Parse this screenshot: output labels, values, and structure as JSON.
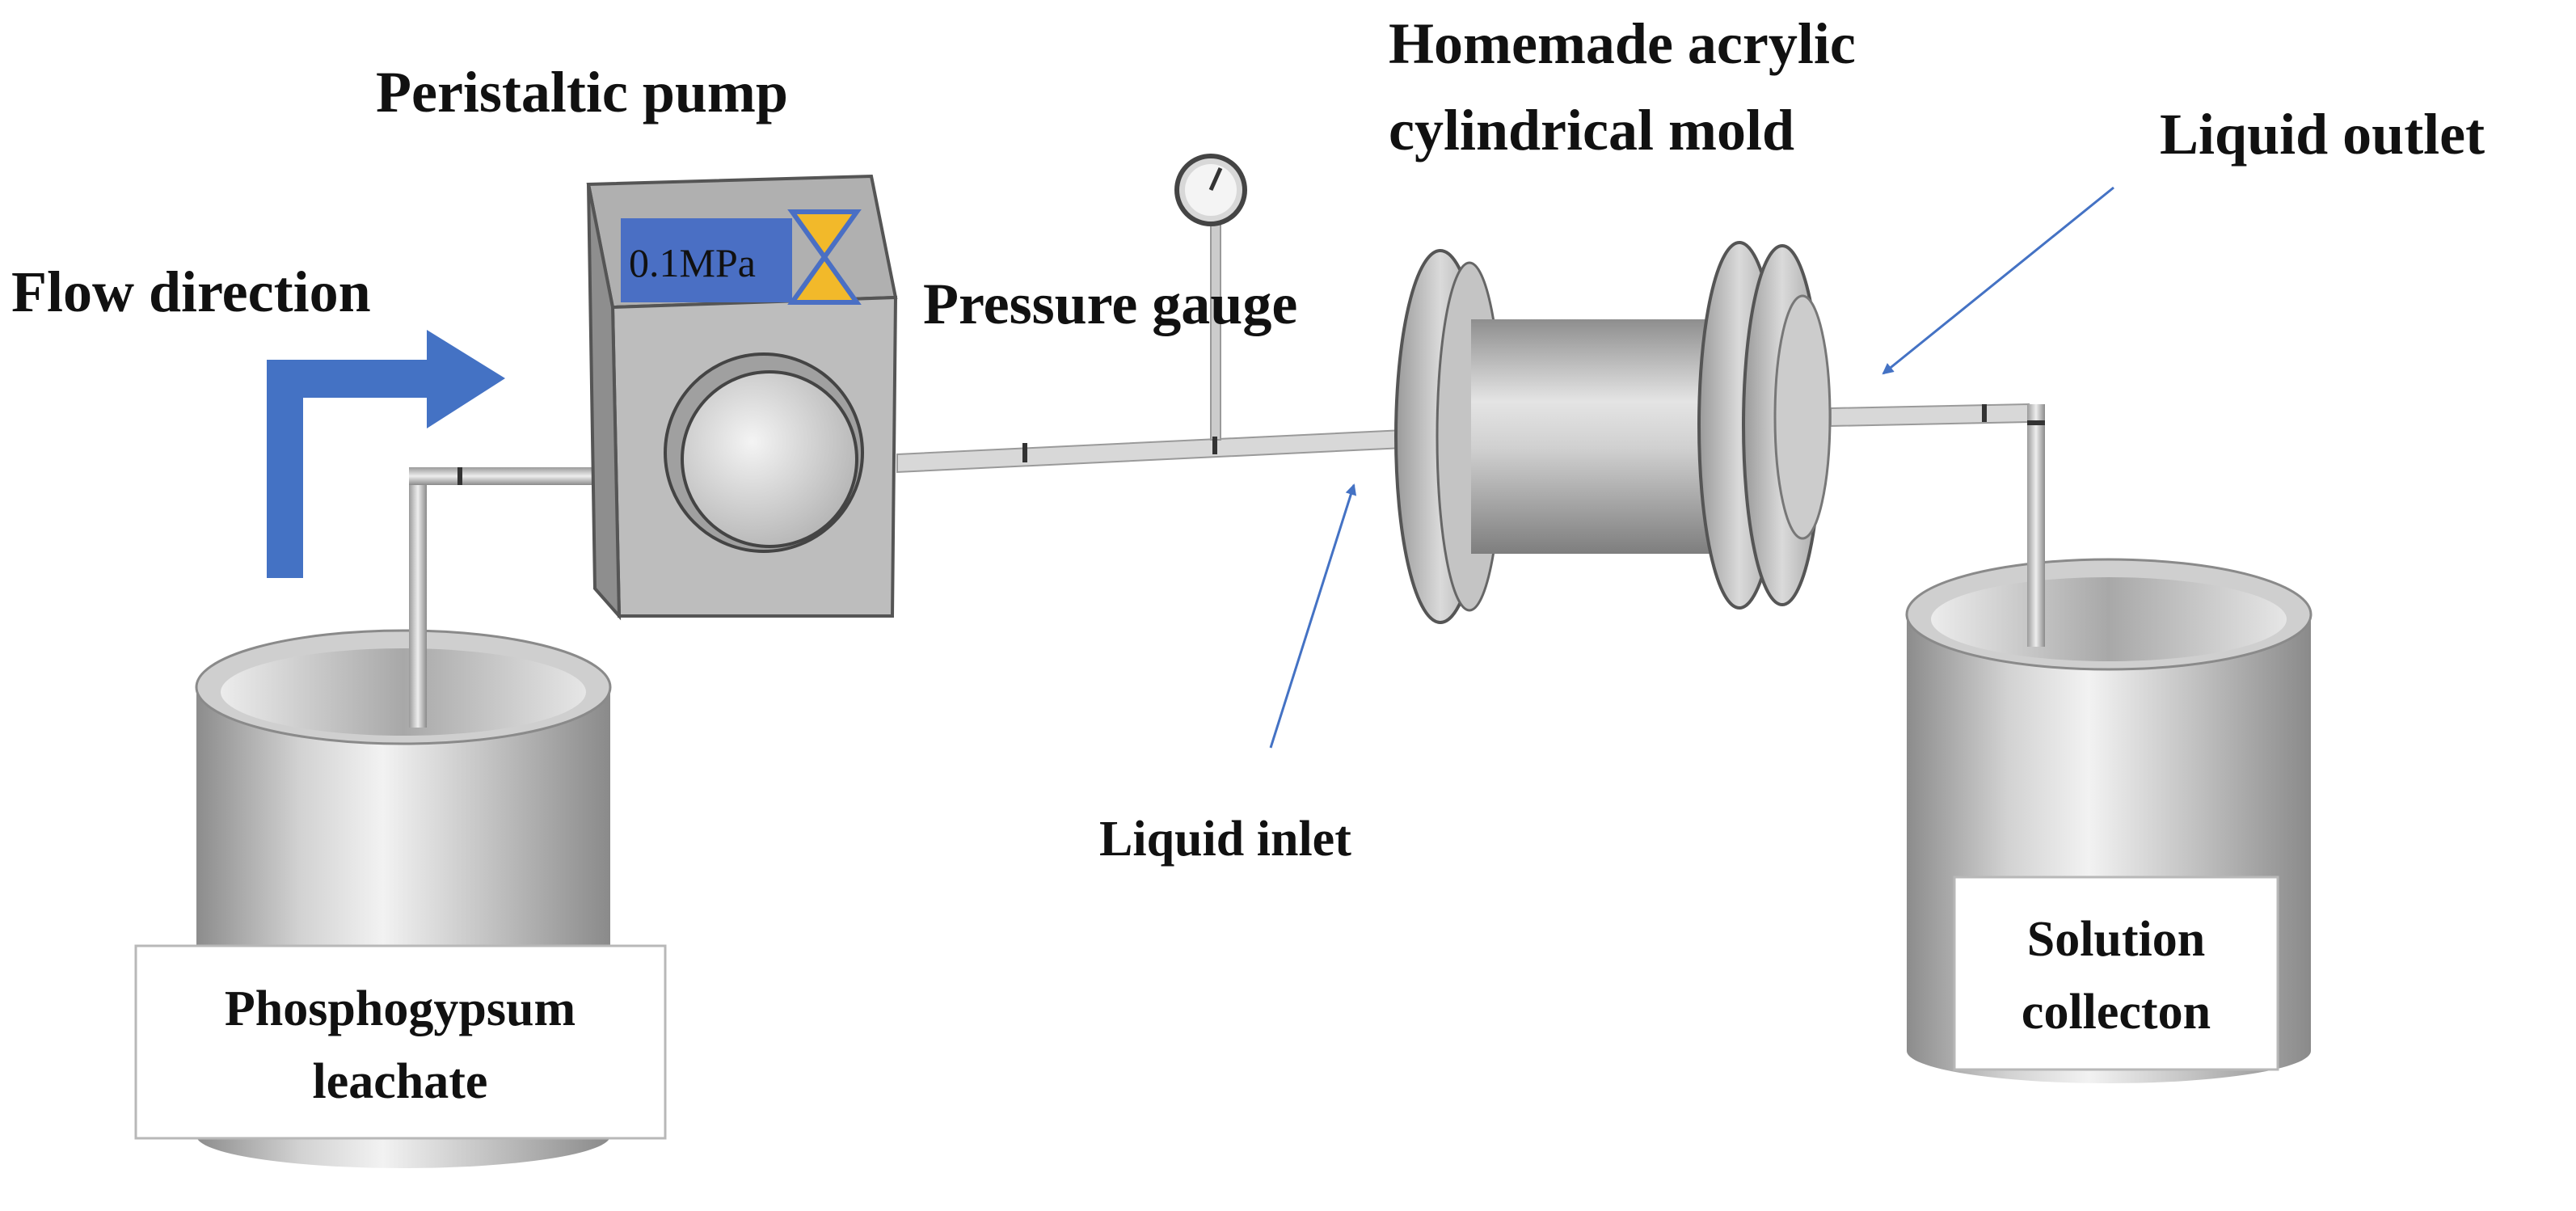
{
  "labels": {
    "pump": "Peristaltic pump",
    "mold_line1": "Homemade acrylic",
    "mold_line2": "cylindrical mold",
    "outlet": "Liquid outlet",
    "flow": "Flow direction",
    "gauge": "Pressure gauge",
    "inlet": "Liquid inlet",
    "leachate_line1": "Phosphogypsum",
    "leachate_line2": "leachate",
    "collect_line1": "Solution",
    "collect_line2": "collecton"
  },
  "pump_display": "0.1MPa",
  "colors": {
    "arrow_blue": "#4472c4",
    "display_blue": "#4a6fc4",
    "hourglass_amber": "#f2b92a",
    "metal_gray": "#b9b9b9",
    "dark_gray": "#7a7a7a"
  }
}
